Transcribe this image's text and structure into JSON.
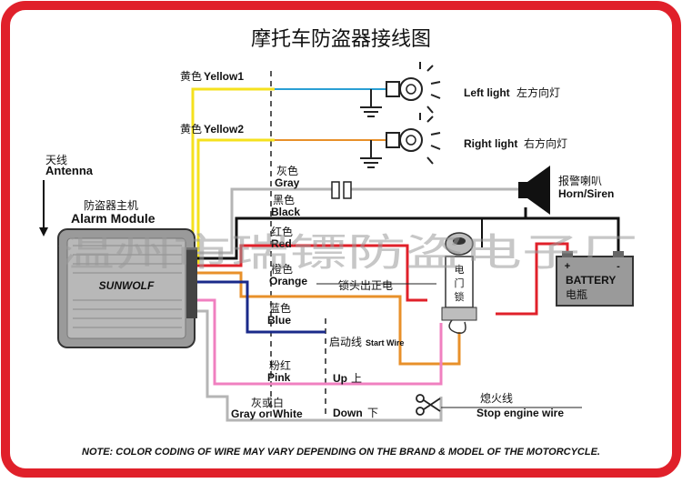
{
  "title": "摩托车防盗器接线图",
  "watermark": "温州市瑞镖防盗电子厂",
  "antenna": {
    "cn": "天线",
    "en": "Antenna"
  },
  "module": {
    "cn": "防盗器主机",
    "en": "Alarm Module",
    "brand": "SUNWOLF"
  },
  "wires": {
    "yellow1": {
      "cn": "黄色",
      "en": "Yellow1"
    },
    "yellow2": {
      "cn": "黄色",
      "en": "Yellow2"
    },
    "gray": {
      "cn": "灰色",
      "en": "Gray"
    },
    "black": {
      "cn": "黑色",
      "en": "Black"
    },
    "red": {
      "cn": "红色",
      "en": "Red"
    },
    "orange": {
      "cn": "橙色",
      "en": "Orange"
    },
    "blue": {
      "cn": "蓝色",
      "en": "Blue"
    },
    "pink": {
      "cn": "粉红",
      "en": "Pink"
    },
    "gray_white": {
      "cn": "灰或白",
      "en": "Gray or White"
    }
  },
  "left_light": {
    "en": "Left light",
    "cn": "左方向灯"
  },
  "right_light": {
    "en": "Right light",
    "cn": "右方向灯"
  },
  "horn": {
    "cn": "报警喇叭",
    "en": "Horn/Siren"
  },
  "battery": {
    "en": "BATTERY",
    "cn": "电瓶",
    "plus": "+",
    "minus": "-"
  },
  "lock": {
    "c1": "电",
    "c2": "门",
    "c3": "锁",
    "out_label": "锁头出正电"
  },
  "start_wire": {
    "cn": "启动线",
    "en": "Start Wire"
  },
  "up": {
    "en": "Up",
    "cn": "上"
  },
  "down": {
    "en": "Down",
    "cn": "下"
  },
  "stop_wire": {
    "cn": "熄火线",
    "en": "Stop engine wire"
  },
  "note": "NOTE: COLOR CODING OF WIRE MAY VARY DEPENDING ON THE BRAND & MODEL OF THE MOTORCYCLE.",
  "colors": {
    "frame": "#e0202a",
    "yellow": "#f5e11e",
    "blue_wire": "#2a9fd4",
    "orange": "#e8902a",
    "gray": "#b5b5b5",
    "black": "#111111",
    "red": "#e0202a",
    "blue": "#1a2a8a",
    "pink": "#f080c0"
  }
}
